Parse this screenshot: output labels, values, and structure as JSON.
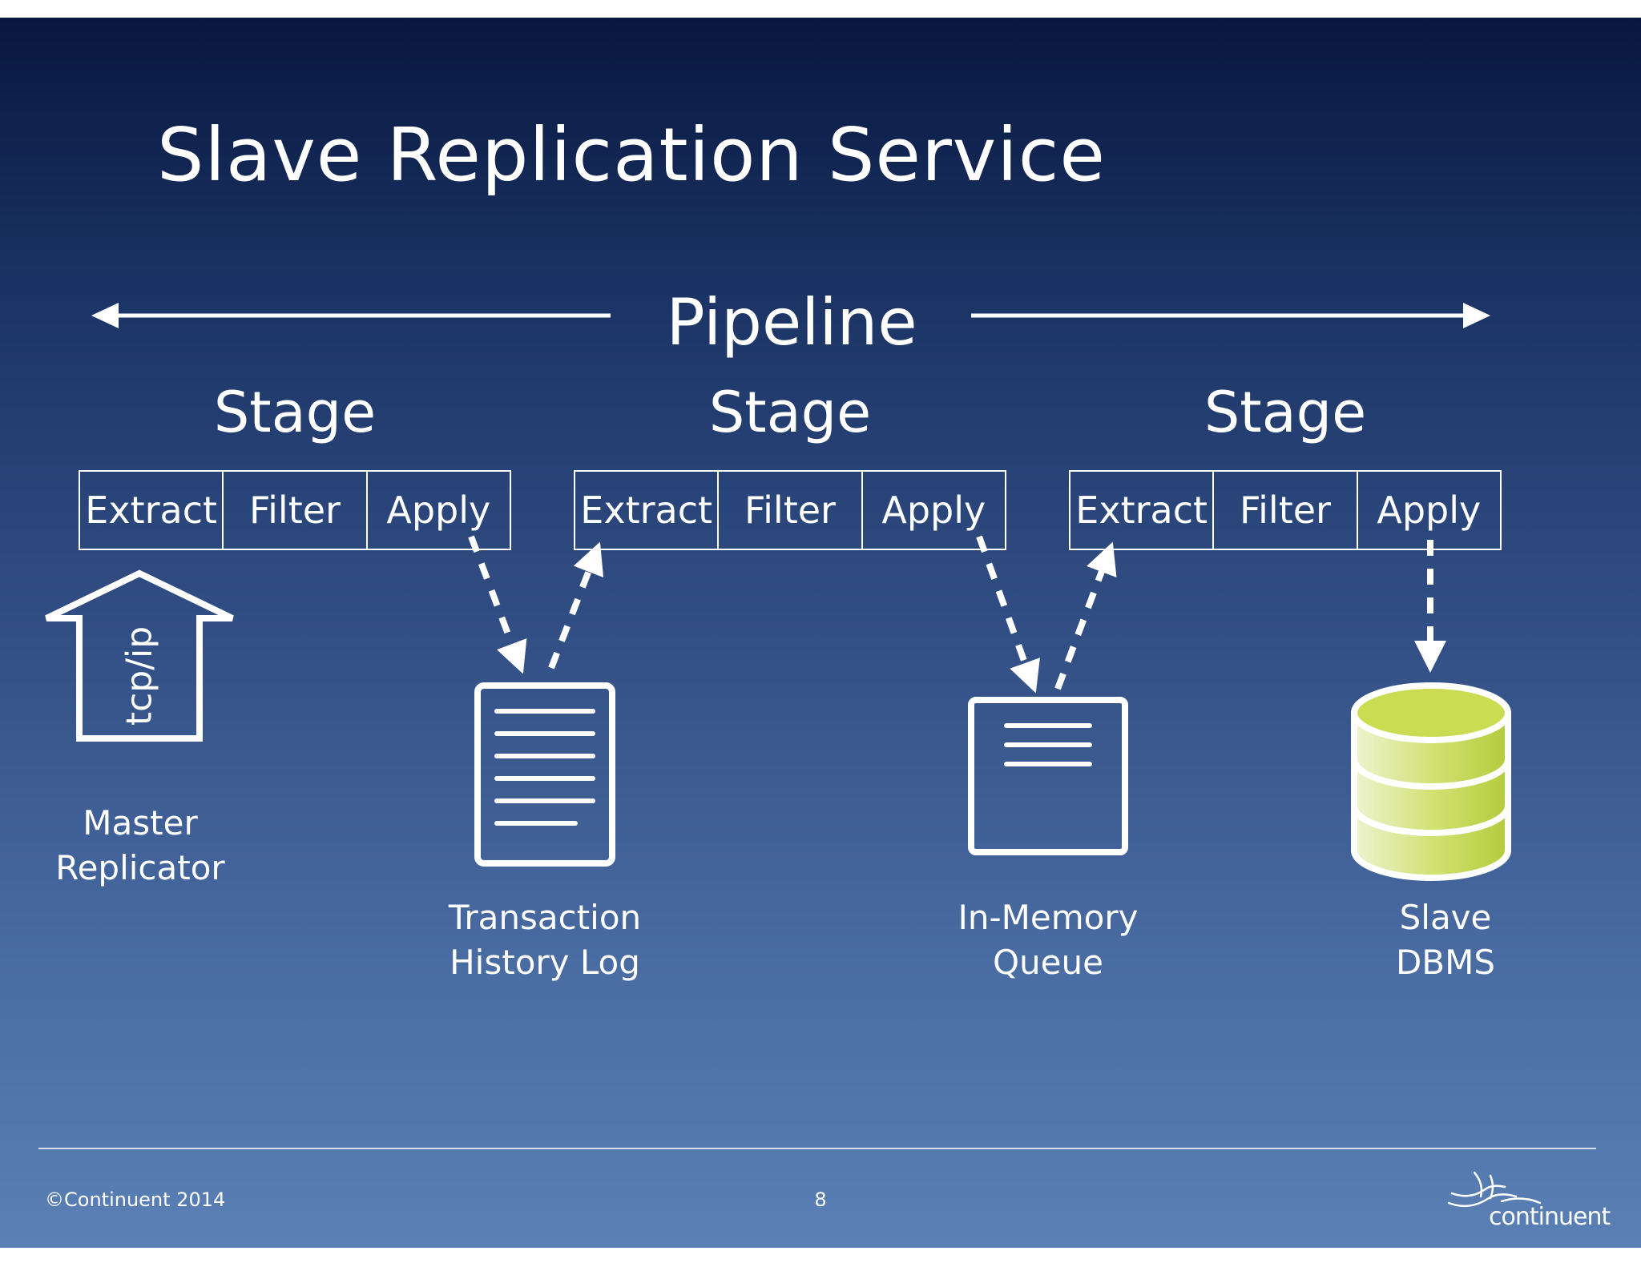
{
  "title": "Slave Replication Service",
  "pipeline_label": "Pipeline",
  "stages": [
    {
      "label": "Stage",
      "cells": [
        "Extract",
        "Filter",
        "Apply"
      ]
    },
    {
      "label": "Stage",
      "cells": [
        "Extract",
        "Filter",
        "Apply"
      ]
    },
    {
      "label": "Stage",
      "cells": [
        "Extract",
        "Filter",
        "Apply"
      ]
    }
  ],
  "tcp_label": "tcp/ip",
  "captions": {
    "master": [
      "Master",
      "Replicator"
    ],
    "thl": [
      "Transaction",
      "History Log"
    ],
    "queue": [
      "In-Memory",
      "Queue"
    ],
    "slave": [
      "Slave",
      "DBMS"
    ]
  },
  "footer": {
    "copyright": "©Continuent 2014",
    "page": "8",
    "logo": "continuent"
  },
  "colors": {
    "database_fill": "#c6d95a",
    "line": "#ffffff"
  }
}
